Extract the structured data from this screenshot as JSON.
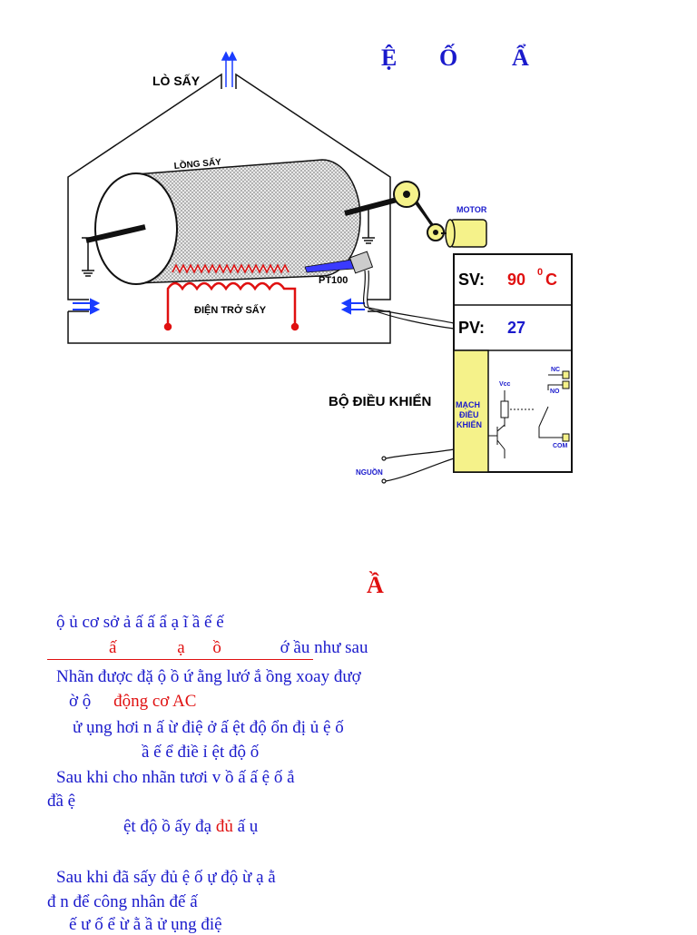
{
  "diagram": {
    "title_glyphs": [
      "Ệ",
      "Ố",
      "Ẩ"
    ],
    "oven_label": "LÒ SẤY",
    "drum_label": "LỒNG SẤY",
    "motor_label": "MOTOR",
    "sensor_label": "PT100",
    "heater_label": "ĐIỆN TRỞ SẤY",
    "controller_label": "BỘ ĐIỀU KHIỂN",
    "power_label": "NGUỒN",
    "circuit_label_lines": [
      "MẠCH",
      "ĐIỀU",
      "KHIỂN"
    ],
    "vcc_label": "Vcc",
    "nc_label": "NC",
    "no_label": "NO",
    "com_label": "COM",
    "sv_label": "SV:",
    "sv_value": "90",
    "sv_unit_deg": "0",
    "sv_unit_c": "C",
    "pv_label": "PV:",
    "pv_value": "27"
  },
  "text": {
    "heading": "Ầ",
    "l1": "ộ      ủ cơ sở  ả      ấ                         ấ      ẩ    ạ    ĩ                  ầ      ế    ế",
    "l2a": "ấ",
    "l2b": "ạ",
    "l2c": "ồ",
    "l2d": "ớ          ầu như sau",
    "l3": "Nhãn được đặ                     ộ  ồ        ứ    ằng lướ   ắ    ồng xoay đượ",
    "l4a": "ờ         ộ ",
    "l4b": "động cơ AC",
    "l5": "ử  ụng hơi n        ấ   ừ điệ      ở  ấ         ệt độ ổn đị      ủ   ệ    ố",
    "l6": "ầ      ế          ể điề      ỉ        ệt độ                             ố",
    "l7": "Sau khi cho nhãn tươi v       ồ        ấ        ấ                                ệ    ố        ắ",
    "l8": "đầ            ệ",
    "l9a": "ệt độ            ồ       ấy đạ ",
    "l9b": "đủ",
    "l9c": "                ấ           ụ",
    "l10": "Sau khi đã sấy đủ                         ệ    ố      ự độ       ừ      ạ                 ằ",
    "l11": "đ  n để công nhân đế      ấ",
    "l12": "ế       ư   ố            ể   ừ        ằ                                 ầ      ử   ụng điệ"
  }
}
